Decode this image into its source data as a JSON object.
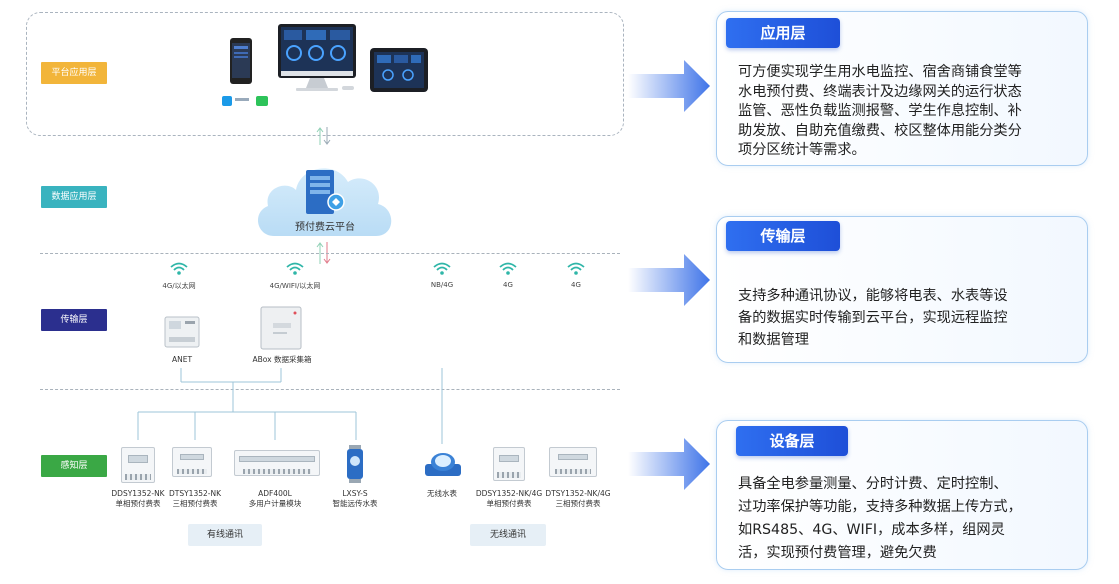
{
  "layers": {
    "platform": "平台应用层",
    "data": "数据应用层",
    "transport": "传输层",
    "sensing": "感知层"
  },
  "colors": {
    "platform": "#f2b53a",
    "data": "#39b3bf",
    "transport": "#2b2f8e",
    "sensing": "#3aa845",
    "panel_title": "#2457e0",
    "arrow": "#3f74e8"
  },
  "cloud": {
    "label": "预付费云平台"
  },
  "network": [
    {
      "label": "4G/以太网"
    },
    {
      "label": "4G/WIFI/以太网"
    },
    {
      "label": "NB/4G"
    },
    {
      "label": "4G"
    },
    {
      "label": "4G"
    }
  ],
  "gateways": [
    {
      "label": "ANET"
    },
    {
      "label": "ABox 数据采集箱"
    }
  ],
  "devices": [
    {
      "model": "DDSY1352-NK",
      "desc": "单相预付费表"
    },
    {
      "model": "DTSY1352-NK",
      "desc": "三相预付费表"
    },
    {
      "model": "ADF400L",
      "desc": "多用户计量模块"
    },
    {
      "model": "LXSY-S",
      "desc": "智能远传水表"
    },
    {
      "model": "无线水表",
      "desc": ""
    },
    {
      "model": "DDSY1352-NK/4G",
      "desc": "单相预付费表"
    },
    {
      "model": "DTSY1352-NK/4G",
      "desc": "三相预付费表"
    }
  ],
  "comm": {
    "wired": "有线通讯",
    "wireless": "无线通讯"
  },
  "panels": [
    {
      "title": "应用层",
      "lines": [
        "可方便实现学生用水电监控、宿舍商铺食堂等",
        "水电预付费、终端表计及边缘网关的运行状态",
        "监管、恶性负载监测报警、学生作息控制、补",
        "助发放、自助充值缴费、校区整体用能分类分",
        "项分区统计等需求。"
      ]
    },
    {
      "title": "传输层",
      "lines": [
        "支持多种通讯协议，能够将电表、水表等设",
        "备的数据实时传输到云平台，实现远程监控",
        "和数据管理"
      ]
    },
    {
      "title": "设备层",
      "lines": [
        "具备全电参量测量、分时计费、定时控制、",
        "过功率保护等功能，支持多种数据上传方式，",
        "如RS485、4G、WIFI，成本多样，组网灵",
        "活，实现预付费管理，避免欠费"
      ]
    }
  ]
}
